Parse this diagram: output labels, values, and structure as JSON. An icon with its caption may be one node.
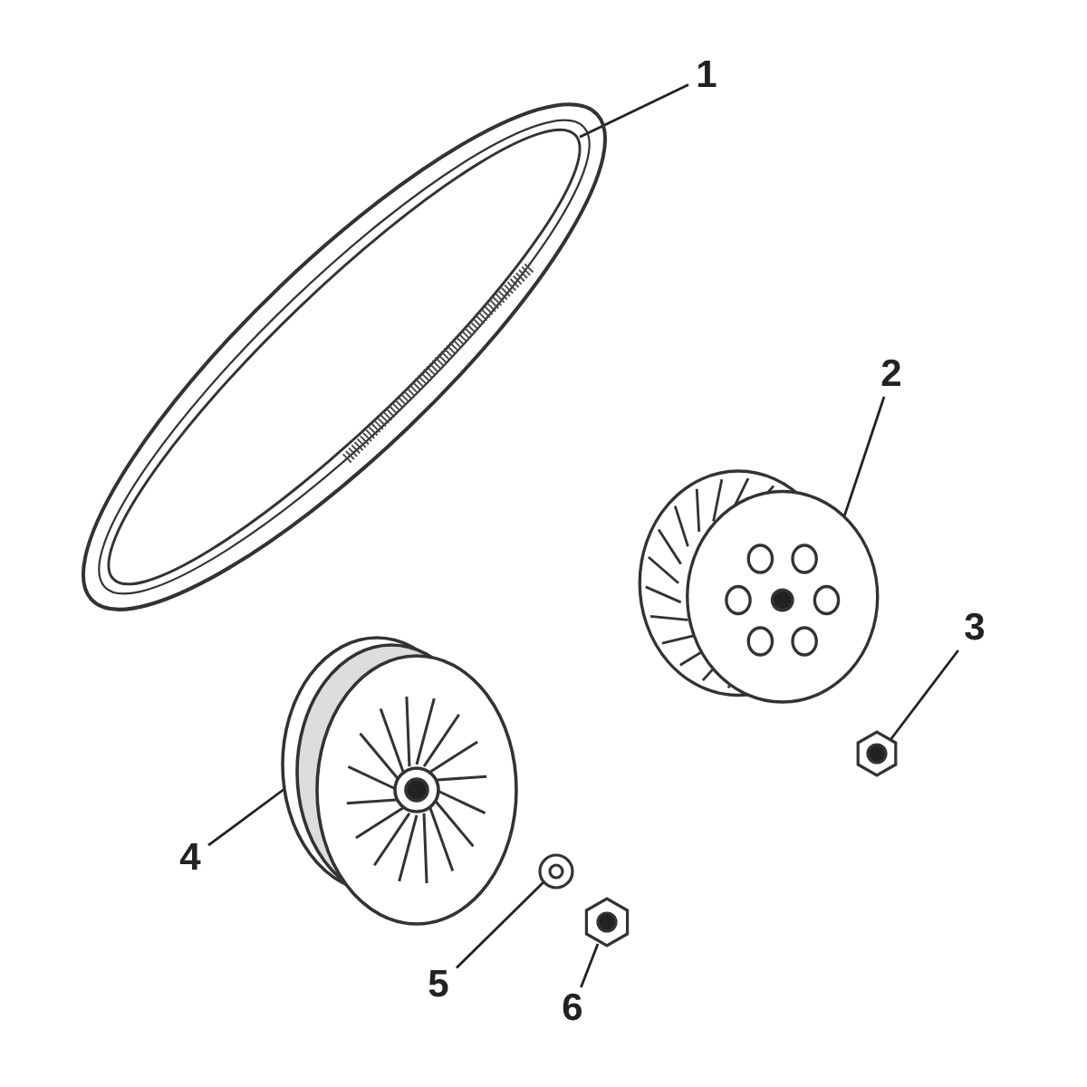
{
  "diagram": {
    "nodes": [
      {
        "text": [
          "1"
        ]
      },
      {
        "text": [
          "2"
        ]
      },
      {
        "text": [
          "3"
        ]
      },
      {
        "text": [
          "4"
        ]
      },
      {
        "text": [
          "5"
        ]
      },
      {
        "text": [
          "6"
        ]
      },
      {
        "text": [],
        "shape": "picture"
      },
      {
        "text": [],
        "shape": "picture"
      },
      {
        "text": [],
        "shape": "picture"
      },
      {
        "text": [],
        "shape": "picture"
      },
      {
        "text": [],
        "shape": "picture"
      },
      {
        "text": [],
        "shape": "picture"
      }
    ],
    "edges": [
      {
        "from": 0,
        "to": 6,
        "arrow": "none"
      },
      {
        "from": 1,
        "to": 7,
        "arrow": "none"
      },
      {
        "from": 2,
        "to": 8,
        "arrow": "none"
      },
      {
        "from": 3,
        "to": 9,
        "arrow": "none"
      },
      {
        "from": 4,
        "to": 10,
        "arrow": "none"
      },
      {
        "from": 5,
        "to": 11,
        "arrow": "none"
      }
    ]
  }
}
